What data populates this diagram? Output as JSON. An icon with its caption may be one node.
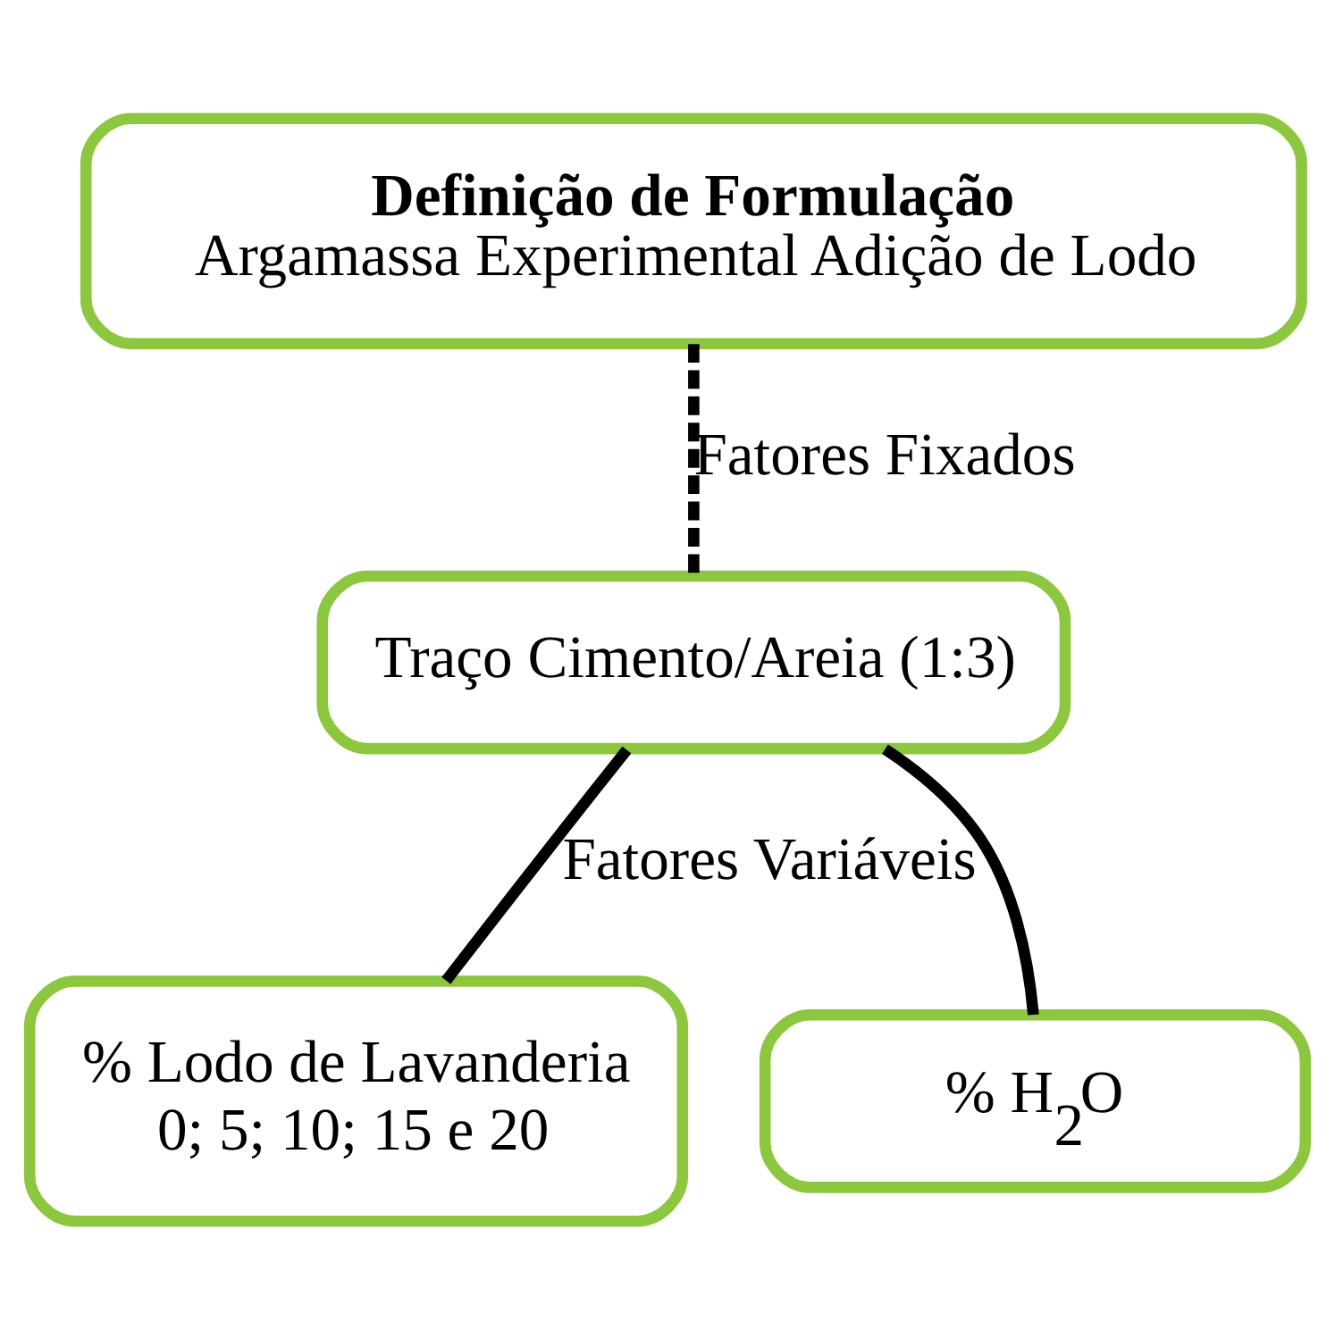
{
  "diagram": {
    "nodes": [
      {
        "text": [
          "Definição de Formulação",
          "Argamassa Experimental Adição de Lodo"
        ]
      },
      {
        "text": [
          "Traço Cimento/Areia (1:3)"
        ]
      },
      {
        "text": [
          "% Lodo de Lavanderia",
          "0; 5; 10; 15 e 20"
        ]
      },
      {
        "text": [
          "% H$_{2}$O"
        ]
      }
    ],
    "edges": [
      {
        "from": 0,
        "to": 1,
        "arrow": "none",
        "style": "dashed",
        "label": "Fatores Fixados"
      },
      {
        "from": 1,
        "to": 2,
        "arrow": "none",
        "label": "Fatores Variáveis"
      },
      {
        "from": 1,
        "to": 3,
        "arrow": "none"
      }
    ]
  }
}
